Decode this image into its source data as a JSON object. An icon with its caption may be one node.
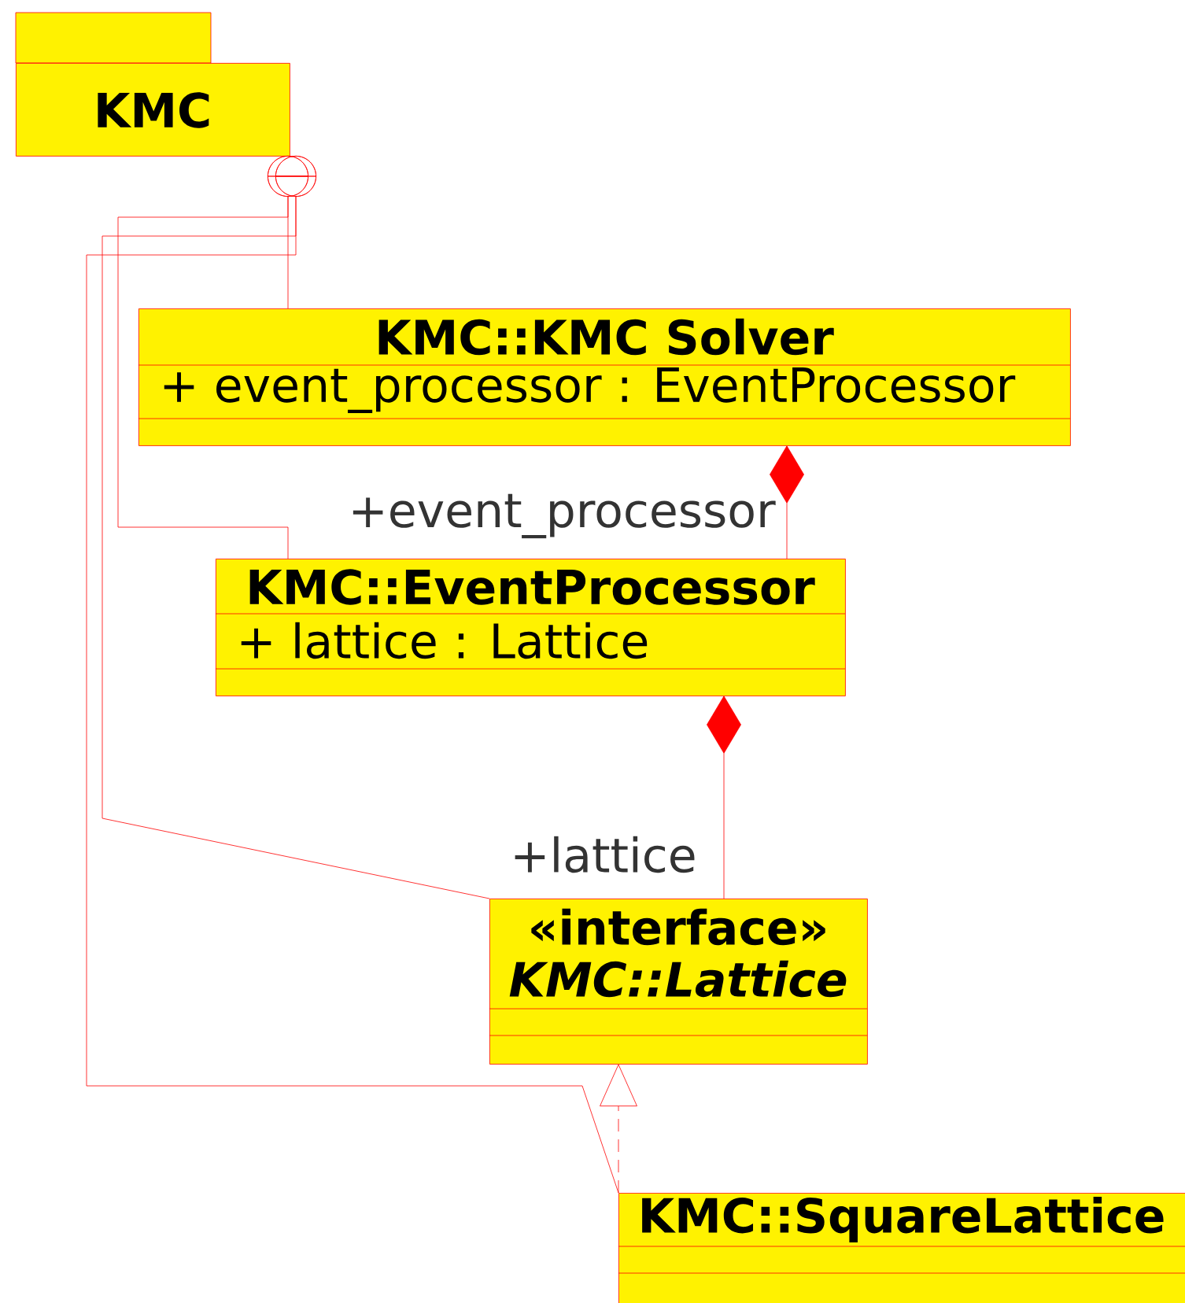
{
  "diagram": {
    "nodes": [
      {
        "text": [
          "KMC"
        ]
      },
      {
        "text": [
          "KMC::KMC Solver",
          "+ event_processor : EventProcessor"
        ]
      },
      {
        "text": [
          "KMC::EventProcessor",
          "+ lattice : Lattice"
        ]
      },
      {
        "text": [
          "«interface»",
          "KMC::Lattice"
        ]
      },
      {
        "text": [
          "KMC::SquareLattice"
        ]
      }
    ],
    "edges": [
      {
        "from": 0,
        "to": 1,
        "arrow": "other"
      },
      {
        "from": 0,
        "to": 2,
        "arrow": "other"
      },
      {
        "from": 0,
        "to": 3,
        "arrow": "other"
      },
      {
        "from": 0,
        "to": 4,
        "arrow": "other"
      },
      {
        "from": 1,
        "to": 2,
        "arrow": "other",
        "label": "+event_processor"
      },
      {
        "from": 2,
        "to": 3,
        "arrow": "other",
        "label": "+lattice"
      },
      {
        "from": 4,
        "to": 3,
        "arrow": "to",
        "style": "dashed"
      }
    ]
  }
}
